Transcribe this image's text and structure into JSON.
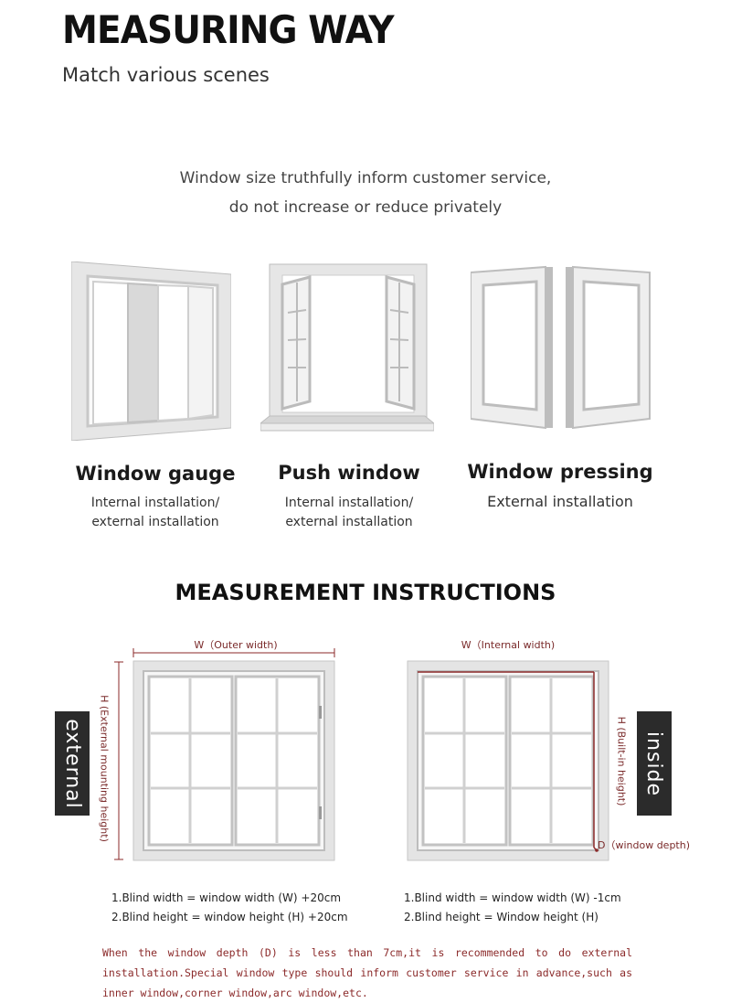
{
  "header": {
    "title": "MEASURING WAY",
    "subtitle": "Match various scenes"
  },
  "notice": {
    "line1": "Window size truthfully inform customer service,",
    "line2": "do not increase or reduce privately"
  },
  "window_types": [
    {
      "name": "Window gauge",
      "desc1": "Internal installation/",
      "desc2": "external installation"
    },
    {
      "name": "Push window",
      "desc1": "Internal installation/",
      "desc2": "external installation"
    },
    {
      "name": "Window pressing",
      "desc1": "External installation"
    }
  ],
  "instructions": {
    "title": "MEASUREMENT INSTRUCTIONS",
    "external": {
      "tag": "external",
      "width_label": "W（Outer width)",
      "height_label": "H (External mounting height)",
      "formula1": "1.Blind width = window width (W) +20cm",
      "formula2": "2.Blind height = window height (H) +20cm"
    },
    "inside": {
      "tag": "inside",
      "width_label": "W（Internal width)",
      "height_label": "H (Built-in height)",
      "depth_label": "D（window depth)",
      "formula1": "1.Blind width = window width (W) -1cm",
      "formula2": "2.Blind height = Window height (H)"
    }
  },
  "footnote": "When the window depth (D) is less than 7cm,it is recommended to do external installation.Special window type should inform customer service in advance,such as inner window,corner window,arc window,etc.",
  "colors": {
    "accent": "#8b2a2a",
    "frame": "#cfcfcf",
    "tag_bg": "#2b2b2b"
  }
}
